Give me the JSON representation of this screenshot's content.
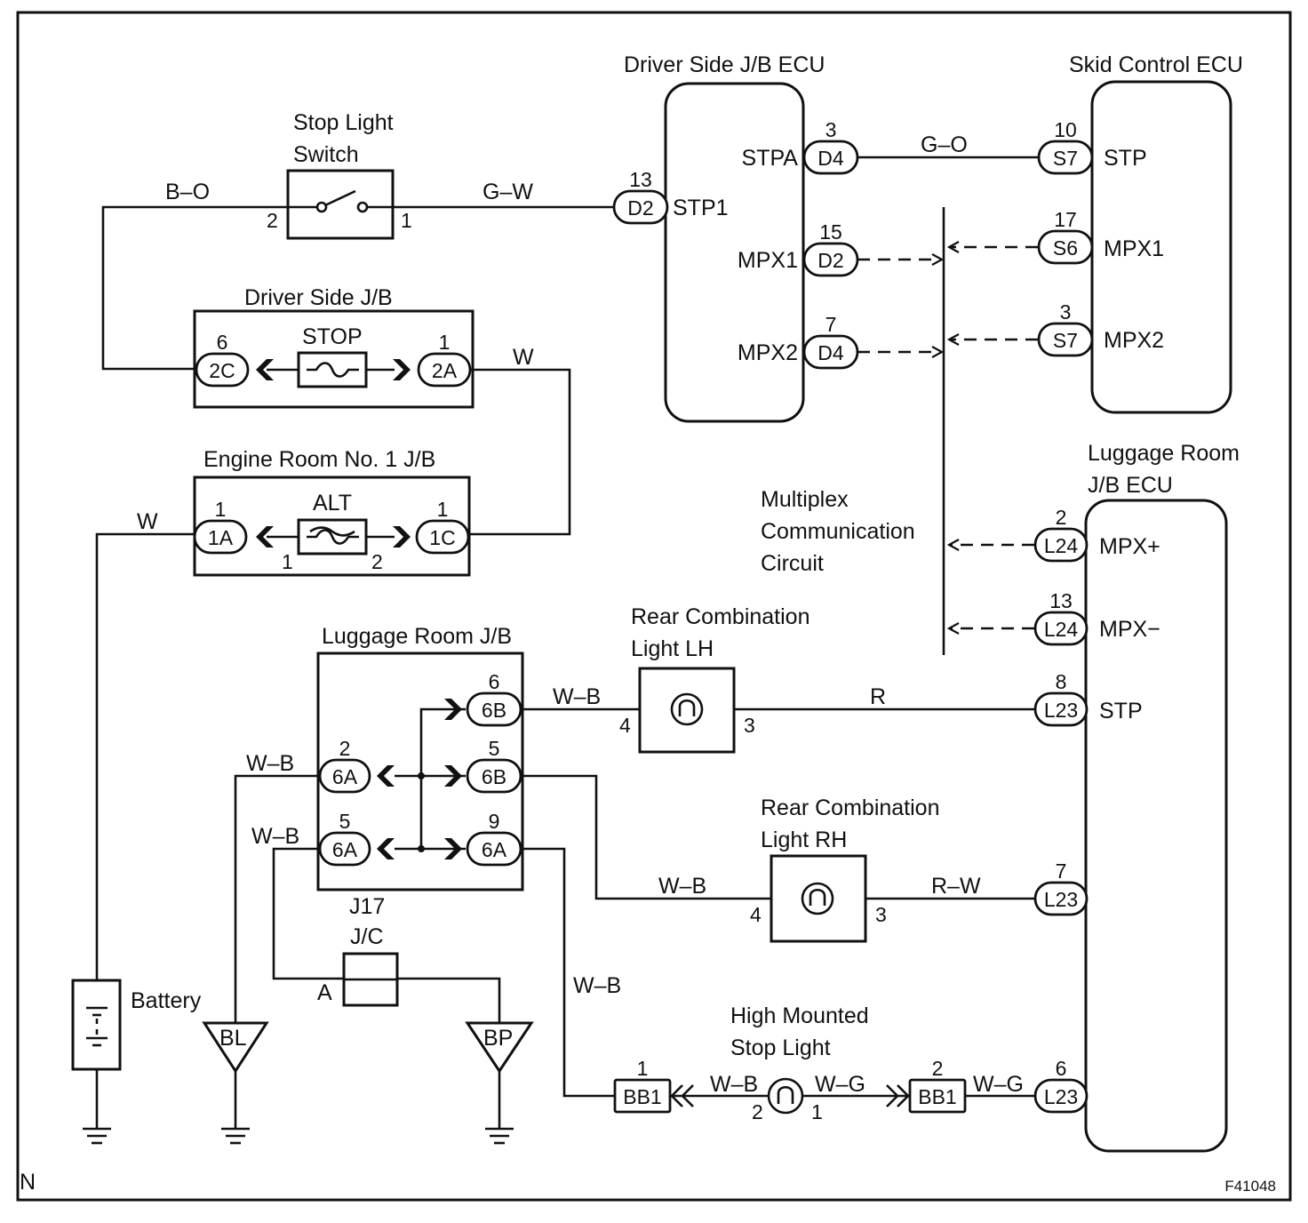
{
  "components": {
    "stop_light_switch": "Stop Light\nSwitch",
    "driver_side_jb": "Driver Side J/B",
    "engine_room_jb": "Engine Room No. 1 J/B",
    "luggage_room_jb": "Luggage Room J/B",
    "driver_side_jb_ecu": "Driver Side J/B ECU",
    "skid_control_ecu": "Skid Control ECU",
    "luggage_room_jb_ecu": "Luggage Room\nJ/B ECU",
    "multiplex_circuit": "Multiplex\nCommunication\nCircuit",
    "rear_combo_lh": "Rear Combination\nLight LH",
    "rear_combo_rh": "Rear Combination\nLight RH",
    "high_mounted_stop": "High Mounted\nStop Light",
    "battery": "Battery",
    "jc": "J/C",
    "jc_pin": "A",
    "j17": "J17",
    "ground_bl": "BL",
    "ground_bp": "BP"
  },
  "fuses": {
    "stop": "STOP",
    "alt": "ALT"
  },
  "terminals": {
    "stpa": "STPA",
    "stp1": "STP1",
    "mpx1": "MPX1",
    "mpx2": "MPX2",
    "skid_stp": "STP",
    "skid_mpx1": "MPX1",
    "skid_mpx2": "MPX2",
    "mpx_plus": "MPX+",
    "mpx_minus": "MPX−",
    "lug_stp": "STP"
  },
  "connectors": [
    {
      "id": "ecu-d2-stp1",
      "code": "D2",
      "pin": "13"
    },
    {
      "id": "ecu-d4-stpa",
      "code": "D4",
      "pin": "3"
    },
    {
      "id": "ecu-d2-mpx1",
      "code": "D2",
      "pin": "15"
    },
    {
      "id": "ecu-d4-mpx2",
      "code": "D4",
      "pin": "7"
    },
    {
      "id": "skid-s7-stp",
      "code": "S7",
      "pin": "10"
    },
    {
      "id": "skid-s6-mpx1",
      "code": "S6",
      "pin": "17"
    },
    {
      "id": "skid-s7-mpx2",
      "code": "S7",
      "pin": "3"
    },
    {
      "id": "jb-2c",
      "code": "2C",
      "pin": "6"
    },
    {
      "id": "jb-2a",
      "code": "2A",
      "pin": "1"
    },
    {
      "id": "er-1a",
      "code": "1A",
      "pin": "1"
    },
    {
      "id": "er-1c",
      "code": "1C",
      "pin": "1"
    },
    {
      "id": "lr-6b-6",
      "code": "6B",
      "pin": "6"
    },
    {
      "id": "lr-6b-5",
      "code": "6B",
      "pin": "5"
    },
    {
      "id": "lr-6a-2",
      "code": "6A",
      "pin": "2"
    },
    {
      "id": "lr-6a-5",
      "code": "6A",
      "pin": "5"
    },
    {
      "id": "lr-6a-9",
      "code": "6A",
      "pin": "9"
    },
    {
      "id": "lug-l24-mpxp",
      "code": "L24",
      "pin": "2"
    },
    {
      "id": "lug-l24-mpxm",
      "code": "L24",
      "pin": "13"
    },
    {
      "id": "lug-l23-stp",
      "code": "L23",
      "pin": "8"
    },
    {
      "id": "lug-l23-rh",
      "code": "L23",
      "pin": "7"
    },
    {
      "id": "lug-l23-hm",
      "code": "L23",
      "pin": "6"
    },
    {
      "id": "bb1-left",
      "code": "BB1",
      "pin": "1"
    },
    {
      "id": "bb1-right",
      "code": "BB1",
      "pin": "2"
    }
  ],
  "wire_colors": {
    "bo": "B–O",
    "gw": "G–W",
    "go": "G–O",
    "w1": "W",
    "w2": "W",
    "wb_lh": "W–B",
    "r": "R",
    "wb_6a2": "W–B",
    "wb_6a5": "W–B",
    "wb_rh": "W–B",
    "rw": "R–W",
    "wb_hm": "W–B",
    "wb_bulb": "W–B",
    "wg_bulb": "W–G",
    "wg": "W–G"
  },
  "pin_numbers": {
    "sw_2": "2",
    "sw_1": "1",
    "alt_1": "1",
    "alt_2": "2",
    "lh_4": "4",
    "lh_3": "3",
    "rh_4": "4",
    "rh_3": "3",
    "hm_2": "2",
    "hm_1": "1"
  },
  "footer": {
    "left": "N",
    "right": "F41048"
  }
}
